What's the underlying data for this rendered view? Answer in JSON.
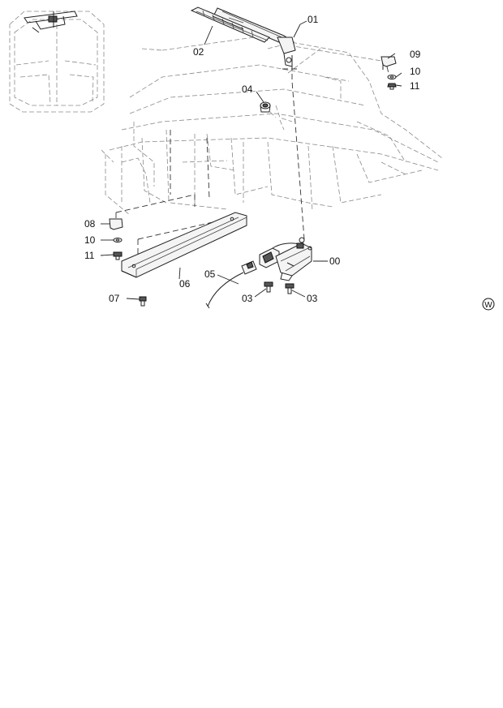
{
  "callouts": [
    {
      "id": "c00",
      "text": "00"
    },
    {
      "id": "c01",
      "text": "01"
    },
    {
      "id": "c02",
      "text": "02"
    },
    {
      "id": "c03a",
      "text": "03"
    },
    {
      "id": "c03b",
      "text": "03"
    },
    {
      "id": "c04",
      "text": "04"
    },
    {
      "id": "c05",
      "text": "05"
    },
    {
      "id": "c06",
      "text": "06"
    },
    {
      "id": "c07",
      "text": "07"
    },
    {
      "id": "c08",
      "text": "08"
    },
    {
      "id": "c09",
      "text": "09"
    },
    {
      "id": "c10a",
      "text": "10"
    },
    {
      "id": "c10b",
      "text": "10"
    },
    {
      "id": "c11a",
      "text": "11"
    },
    {
      "id": "c11b",
      "text": "11"
    }
  ],
  "mark": "W"
}
